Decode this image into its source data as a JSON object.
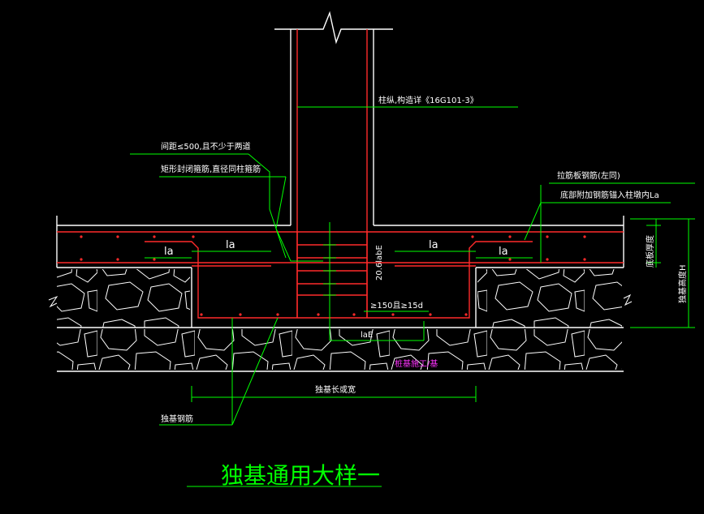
{
  "colors": {
    "background": "#000000",
    "outline": "#ffffff",
    "rebar": "#ff2a2a",
    "leader": "#00ff00",
    "highlight": "#ff33ff"
  },
  "title": "独基通用大样一",
  "labels": {
    "column_rebar": "柱纵,构造详《16G101-3》",
    "stirrup_spacing": "间距≤500,且不少于两道",
    "stirrup_type": "矩形封闭箍筋,直径同柱箍筋",
    "tie_bar_top": "拉筋板钢筋(左同)",
    "tie_bar_note": "底部附加钢筋锚入柱墩内La",
    "anchor_len": "20.6labE",
    "la_left_small": "la",
    "la_left": "la",
    "la_right": "la",
    "la_right_small": "la",
    "min_len": "≥150且≥15d",
    "lae": "laE",
    "magenta_note": "桩基施工/基",
    "width_label": "独基长或宽",
    "base_rebar": "独基钢筋",
    "slab_thickness": "底板厚度",
    "found_height": "独基高度H"
  }
}
